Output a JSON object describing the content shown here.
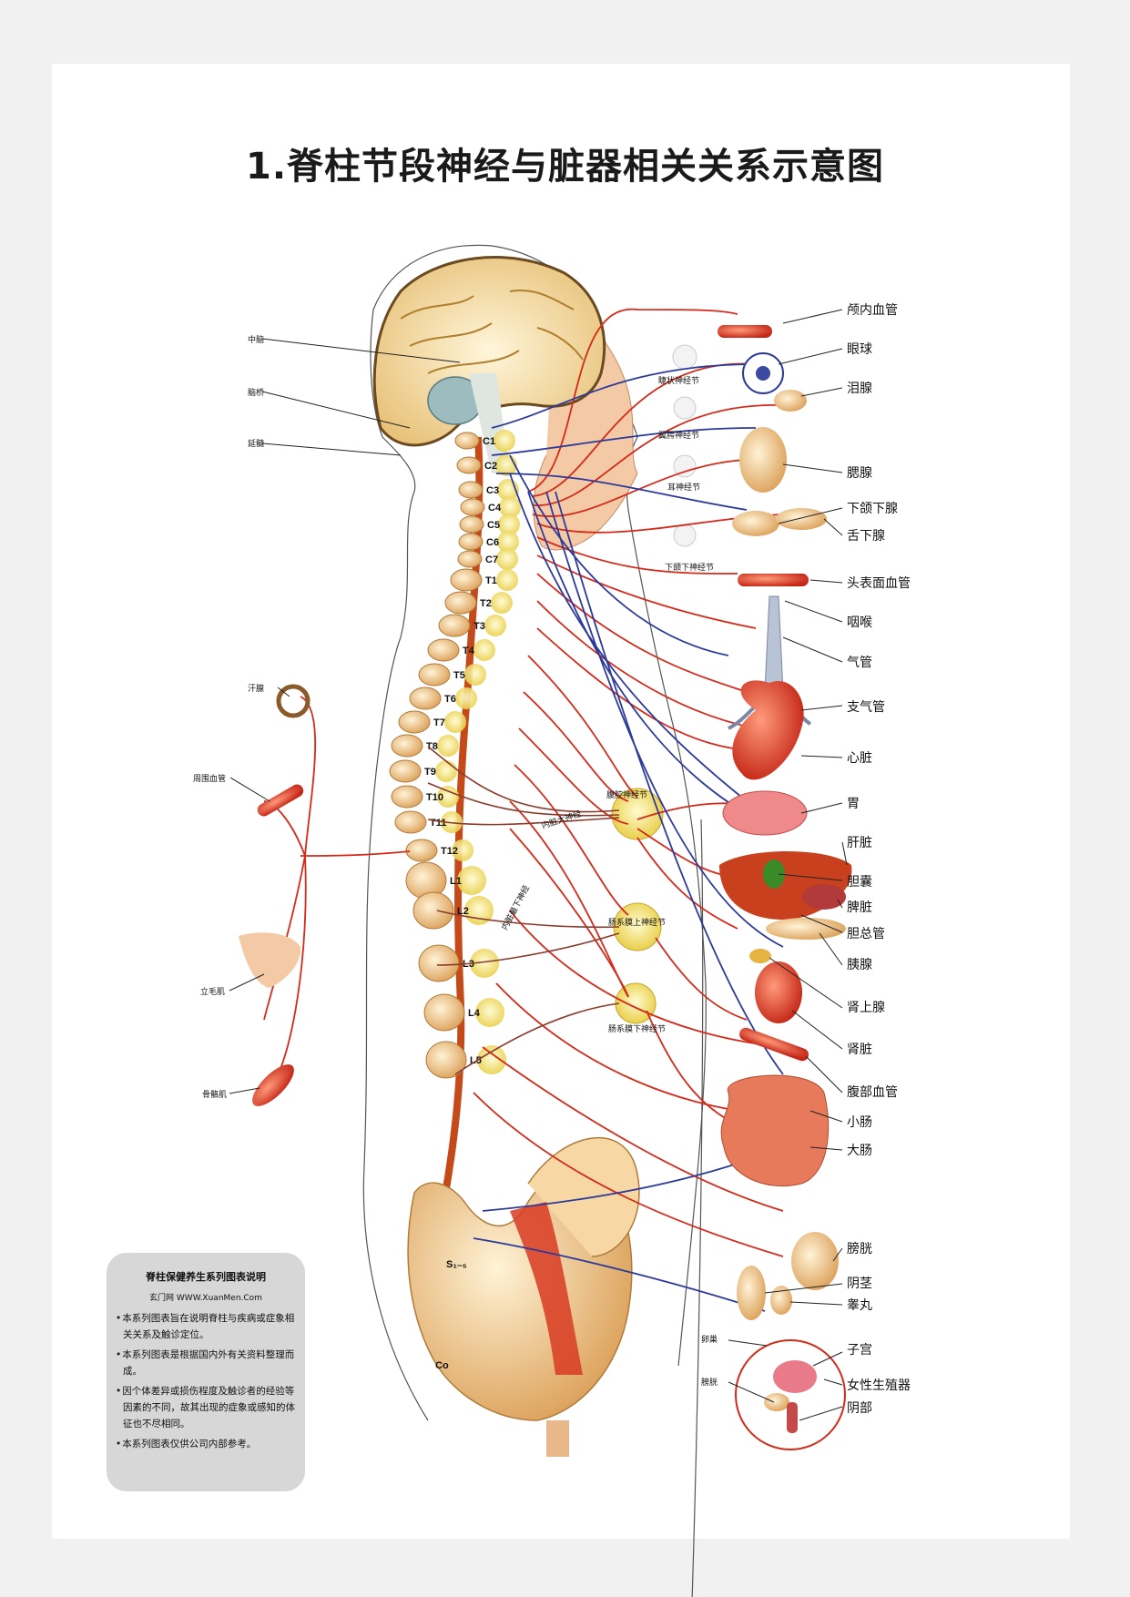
{
  "title": "1.脊柱节段神经与脏器相关关系示意图",
  "vertebrae": [
    "C1",
    "C2",
    "C3",
    "C4",
    "C5",
    "C6",
    "C7",
    "T1",
    "T2",
    "T3",
    "T4",
    "T5",
    "T6",
    "T7",
    "T8",
    "T9",
    "T10",
    "T11",
    "T12",
    "L1",
    "L2",
    "L3",
    "L4",
    "L5"
  ],
  "sacral_label": "S₁₋₅",
  "coccyx_label": "Co",
  "brain_labels": [
    "中脑",
    "脑桥",
    "延髓"
  ],
  "left_labels": [
    "汗腺",
    "周围血管",
    "立毛肌",
    "骨骼肌"
  ],
  "ganglion_labels": [
    "睫状神经节",
    "翼腭神经节",
    "耳神经节",
    "下颌下神经节",
    "腹腔神经节",
    "肠系膜上神经节",
    "肠系膜下神经节"
  ],
  "nerve_labels": [
    "内脏大神经",
    "内脏最下神经"
  ],
  "organ_labels": [
    "颅内血管",
    "眼球",
    "泪腺",
    "腮腺",
    "下颌下腺",
    "舌下腺",
    "头表面血管",
    "咽喉",
    "气管",
    "支气管",
    "心脏",
    "胃",
    "肝脏",
    "胆囊",
    "脾脏",
    "胆总管",
    "胰腺",
    "肾上腺",
    "肾脏",
    "腹部血管",
    "小肠",
    "大肠",
    "膀胱",
    "阴茎",
    "睾丸",
    "子宫",
    "女性生殖器",
    "阴部"
  ],
  "female_left_labels": [
    "卵巢",
    "膀胱"
  ],
  "colors": {
    "sympathetic": "#d42a1a",
    "parasympathetic": "#2c3a9a",
    "visceral": "#8a3a2a",
    "bone": "#f2cf8f",
    "ganglion": "#f6e27a"
  },
  "note": {
    "title": "脊柱保健养生系列图表说明",
    "site": "玄门网 WWW.XuanMen.Com",
    "items": [
      "本系列图表旨在说明脊柱与疾病或症象相关关系及触诊定位。",
      "本系列图表是根据国内外有关资料整理而成。",
      "因个体差异或损伤程度及触诊者的经验等因素的不同，故其出现的症象或感知的体征也不尽相同。",
      "本系列图表仅供公司内部参考。"
    ]
  }
}
